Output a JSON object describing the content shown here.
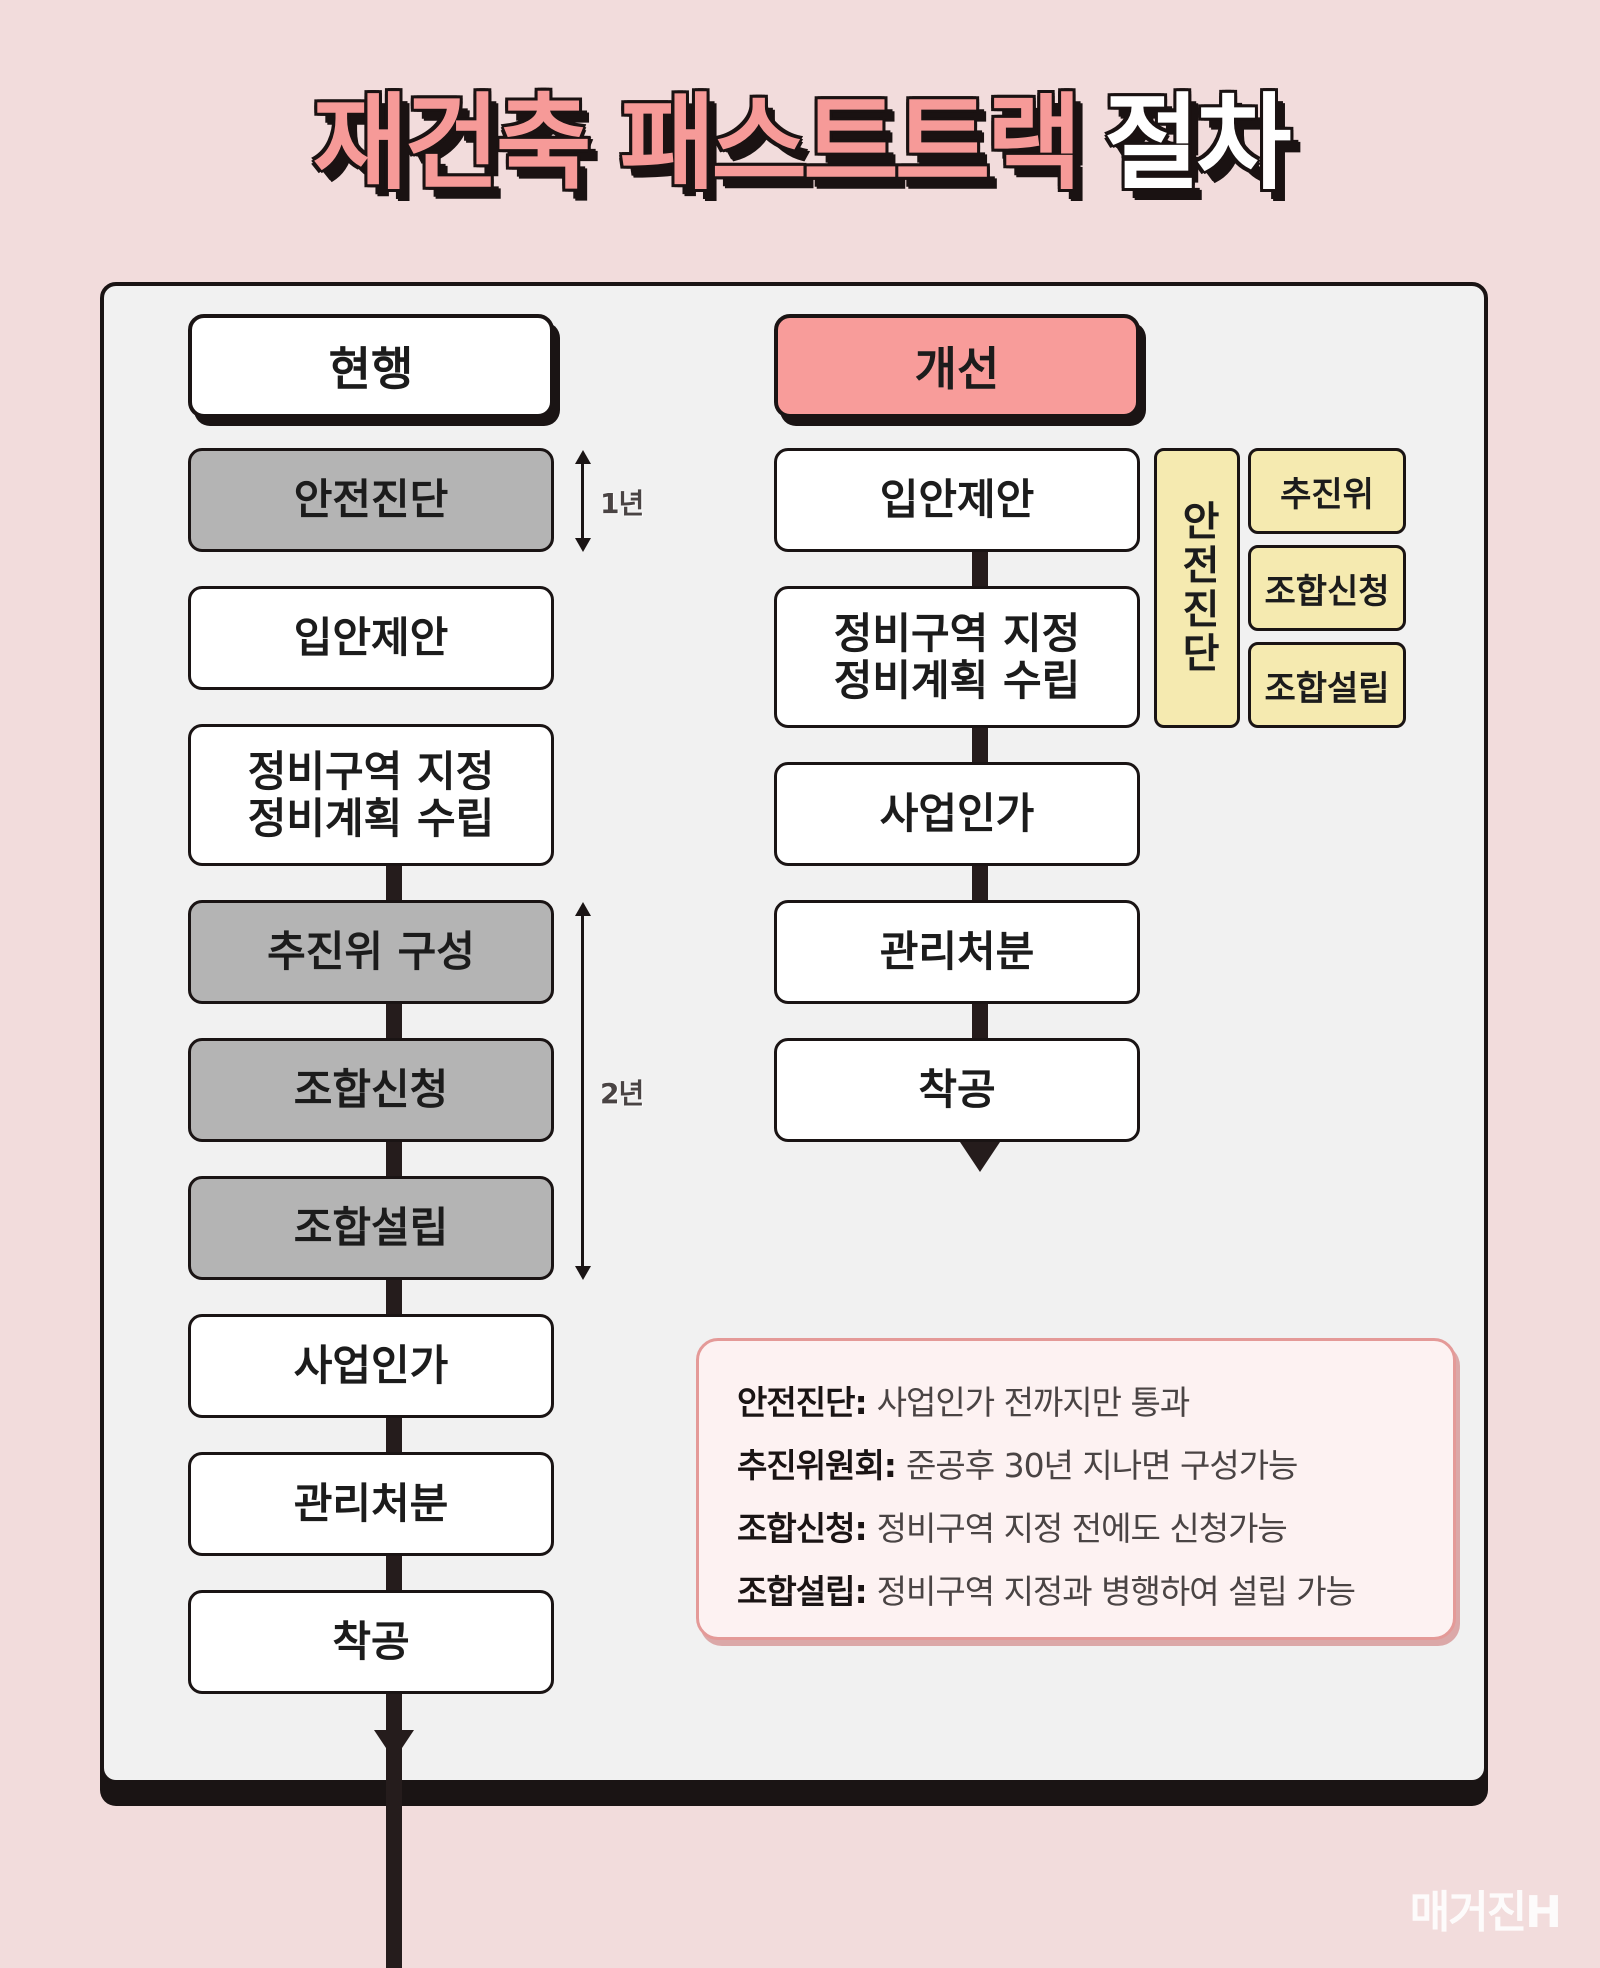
{
  "title": {
    "part1": "재건축 패스트트랙",
    "part2": "절차"
  },
  "current": {
    "header": "현행",
    "steps": [
      {
        "lines": [
          "안전진단"
        ]
      },
      {
        "lines": [
          "입안제안"
        ]
      },
      {
        "lines": [
          "정비구역 지정",
          "정비계획 수립"
        ]
      },
      {
        "lines": [
          "추진위 구성"
        ]
      },
      {
        "lines": [
          "조합신청"
        ]
      },
      {
        "lines": [
          "조합설립"
        ]
      },
      {
        "lines": [
          "사업인가"
        ]
      },
      {
        "lines": [
          "관리처분"
        ]
      },
      {
        "lines": [
          "착공"
        ]
      }
    ],
    "duration_1": "1년",
    "duration_2": "2년"
  },
  "improved": {
    "header": "개선",
    "steps": [
      {
        "lines": [
          "입안제안"
        ]
      },
      {
        "lines": [
          "정비구역 지정",
          "정비계획 수립"
        ]
      },
      {
        "lines": [
          "사업인가"
        ]
      },
      {
        "lines": [
          "관리처분"
        ]
      },
      {
        "lines": [
          "착공"
        ]
      }
    ],
    "parallel_main": "안전진단",
    "parallel_items": [
      "추진위",
      "조합신청",
      "조합설립"
    ]
  },
  "notes": [
    {
      "key": "안전진단:",
      "text": "사업인가 전까지만 통과"
    },
    {
      "key": "추진위원회:",
      "text": "준공후 30년 지나면 구성가능"
    },
    {
      "key": "조합신청:",
      "text": "정비구역 지정 전에도 신청가능"
    },
    {
      "key": "조합설립:",
      "text": "정비구역 지정과 병행하여 설립 가능"
    }
  ],
  "brand": "매거진H",
  "colors": {
    "background": "#f2dcdc",
    "accent_pink": "#f89c9a",
    "gray_step": "#b4b4b4",
    "yellow": "#f5eab0",
    "dark": "#1a1414"
  }
}
